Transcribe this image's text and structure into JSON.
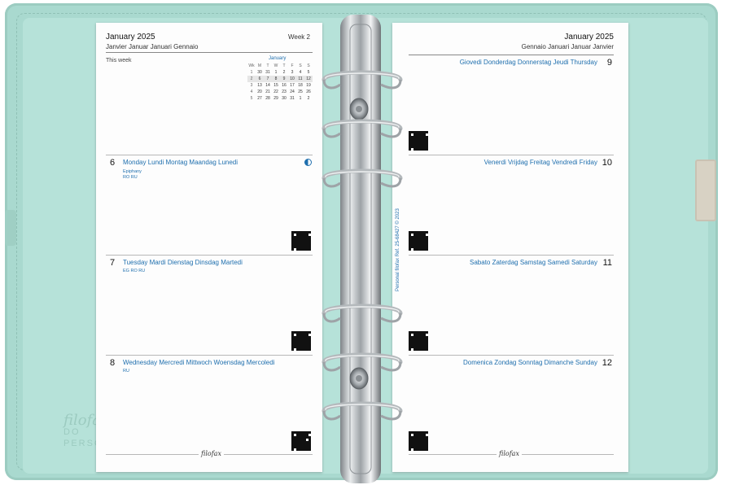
{
  "cover": {
    "emboss_logo": "filofax",
    "emboss_line1": "DO",
    "emboss_line2": "PERSON"
  },
  "left_page": {
    "month_year": "January 2025",
    "subtitle": "Janvier Januar Januari Gennaio",
    "week": "Week 2",
    "this_week": "This week",
    "mini_calendar": {
      "title": "January",
      "head": [
        "Wk",
        "M",
        "T",
        "W",
        "T",
        "F",
        "S",
        "S"
      ],
      "rows": [
        [
          "1",
          "30",
          "31",
          "1",
          "2",
          "3",
          "4",
          "5"
        ],
        [
          "2",
          "6",
          "7",
          "8",
          "9",
          "10",
          "11",
          "12"
        ],
        [
          "3",
          "13",
          "14",
          "15",
          "16",
          "17",
          "18",
          "19"
        ],
        [
          "4",
          "20",
          "21",
          "22",
          "23",
          "24",
          "25",
          "26"
        ],
        [
          "5",
          "27",
          "28",
          "29",
          "30",
          "31",
          "1",
          "2"
        ]
      ]
    },
    "days": [
      {
        "num": "6",
        "name": "Monday",
        "others": "Lundi Montag Maandag Lunedi",
        "notes": [
          "Epiphany",
          "RO  RU"
        ]
      },
      {
        "num": "7",
        "name": "Tuesday",
        "others": "Mardi Dienstag Dinsdag Martedi",
        "notes": [
          "EG  RO  RU"
        ]
      },
      {
        "num": "8",
        "name": "Wednesday",
        "others": "Mercredi Mittwoch Woensdag Mercoledi",
        "notes": [
          "RU"
        ]
      }
    ],
    "footer_logo": "filofax"
  },
  "right_page": {
    "month_year": "January 2025",
    "subtitle": "Gennaio Januari Januar Janvier",
    "days": [
      {
        "num": "9",
        "label": "Giovedi Donderdag Donnerstag Jeudi Thursday"
      },
      {
        "num": "10",
        "label": "Venerdi Vrijdag Freitag Vendredi Friday"
      },
      {
        "num": "11",
        "label": "Sabato Zaterdag Samstag Samedi Saturday"
      },
      {
        "num": "12",
        "label": "Domenica Zondag Sonntag Dimanche Sunday"
      }
    ],
    "side_text": "Personal  filofax  Ref. 25-68427  © 2023",
    "footer_logo": "filofax"
  },
  "colors": {
    "cover": "#a9d9cf",
    "accent": "#1f6fae"
  }
}
